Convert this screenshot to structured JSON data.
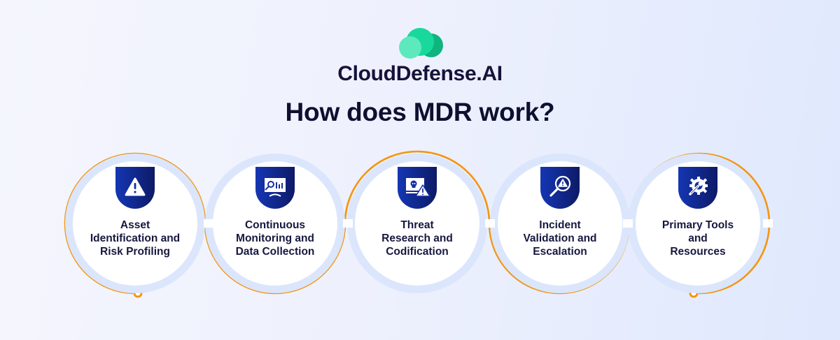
{
  "brand": {
    "name": "CloudDefense.AI",
    "logo_icon": "cloud-logo-icon",
    "logo_colors": [
      "#5ee8be",
      "#18d99b",
      "#0fb47e"
    ]
  },
  "title": "How does MDR work?",
  "colors": {
    "accent_orange": "#f4950f",
    "shield_dark": "#0d1a66",
    "shield_light": "#1536b4",
    "ring": "#dbe6fc",
    "text": "#16183f"
  },
  "steps": [
    {
      "label": "Asset Identification and Risk Profiling",
      "lines": [
        "Asset",
        "Identification and",
        "Risk Profiling"
      ],
      "icon": "warning-triangle-icon"
    },
    {
      "label": "Continuous Monitoring and Data Collection",
      "lines": [
        "Continuous",
        "Monitoring and",
        "Data Collection"
      ],
      "icon": "monitor-analytics-icon"
    },
    {
      "label": "Threat Research and Codification",
      "lines": [
        "Threat",
        "Research and",
        "Codification"
      ],
      "icon": "skull-monitor-warning-icon"
    },
    {
      "label": "Incident Validation and Escalation",
      "lines": [
        "Incident",
        "Validation and",
        "Escalation"
      ],
      "icon": "magnifier-warning-icon"
    },
    {
      "label": "Primary Tools and Resources",
      "lines": [
        "Primary Tools",
        "and",
        "Resources"
      ],
      "icon": "gear-wrench-icon"
    }
  ]
}
